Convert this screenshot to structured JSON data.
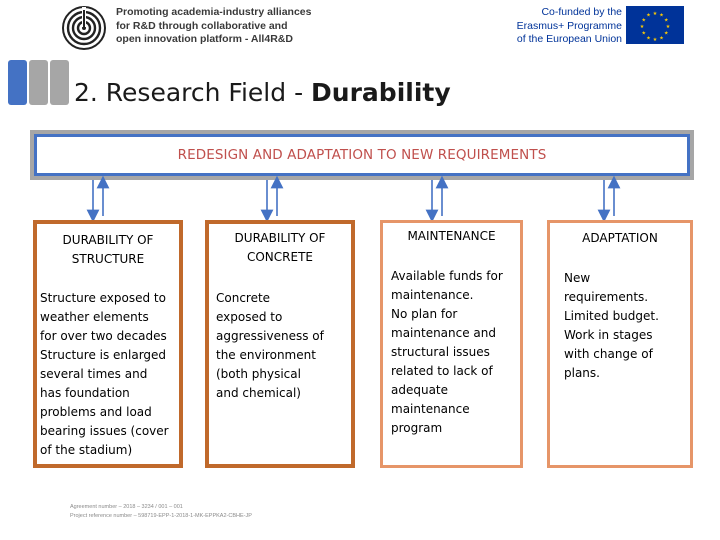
{
  "header": {
    "project_lines": [
      "Promoting academia-industry alliances",
      "for R&D through collaborative and",
      "open innovation platform - All4R&D"
    ],
    "eu_lines": [
      "Co-funded by the",
      "Erasmus+ Programme",
      "of the European Union"
    ]
  },
  "title": {
    "prefix": "2. Research Field - ",
    "emphasis": "Durability"
  },
  "banner": {
    "text": "REDESIGN AND ADAPTATION TO NEW REQUIREMENTS"
  },
  "columns": [
    {
      "heading_lines": [
        "DURABILITY OF",
        "STRUCTURE"
      ],
      "body_lines": [
        "Structure exposed to",
        "weather elements",
        "for over two decades",
        "Structure is enlarged",
        "several times and",
        "has foundation",
        "problems and load",
        "bearing issues (cover",
        "of the stadium)"
      ]
    },
    {
      "heading_lines": [
        "DURABILITY OF",
        "CONCRETE"
      ],
      "body_lines": [
        "Concrete",
        "exposed to",
        "aggressiveness of",
        "the environment",
        "(both physical",
        "and chemical)"
      ]
    },
    {
      "heading_lines": [
        "MAINTENANCE"
      ],
      "body_lines": [
        "Available funds for",
        "maintenance.",
        "No plan for",
        "maintenance and",
        "structural issues",
        "related to lack of",
        "adequate",
        "maintenance",
        "program"
      ]
    },
    {
      "heading_lines": [
        "ADAPTATION"
      ],
      "body_lines": [
        "New",
        "requirements.",
        "Limited budget.",
        "Work in stages",
        "with change of",
        "plans."
      ]
    }
  ],
  "footer": {
    "lines": [
      "Agreement number – 2018 – 3234 / 001 – 001",
      "Project reference number – 598719-EPP-1-2018-1-MK-EPPKA2-CBHE-JP"
    ]
  },
  "colors": {
    "accent_blue": "#4472c4",
    "banner_text": "#c0504d",
    "box_border_dark": "#c0692b",
    "box_border_light": "#e69568",
    "eu_blue": "#003399",
    "eu_star": "#ffcc00"
  },
  "icons": {
    "project_logo": "concentric-rings-logo",
    "eu_flag": "eu-flag-icon"
  }
}
